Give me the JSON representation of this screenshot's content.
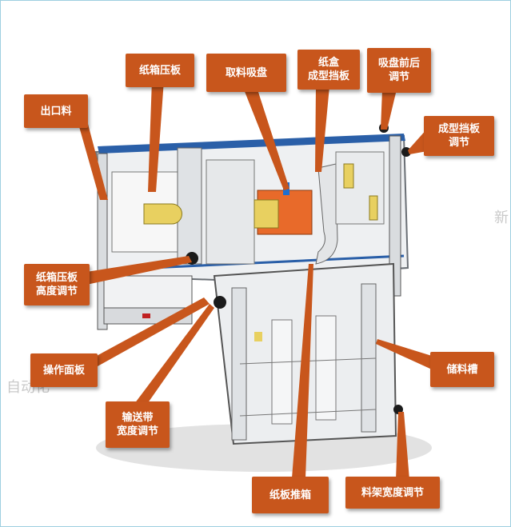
{
  "callouts": {
    "paper_box_press": "纸箱压板",
    "pick_suction": "取料吸盘",
    "box_form_stop": "纸盒\n成型挡板",
    "suction_front_back_adjust": "吸盘前后\n调节",
    "outlet": "出口料",
    "forming_stop_adjust": "成型挡板\n调节",
    "press_height_adjust": "纸箱压板\n高度调节",
    "control_panel": "操作面板",
    "storage_bin": "储料槽",
    "conveyor_width_adjust": "输送带\n宽度调节",
    "cardboard_pusher": "纸板推箱",
    "rack_width_adjust": "料架宽度调节"
  },
  "watermarks": {
    "left": "自动化",
    "right": "新"
  },
  "colors": {
    "callout": "#c8561c",
    "frame_blue": "#2a5fa8",
    "orange_part": "#e86a2a",
    "yellow_part": "#e8d060"
  }
}
